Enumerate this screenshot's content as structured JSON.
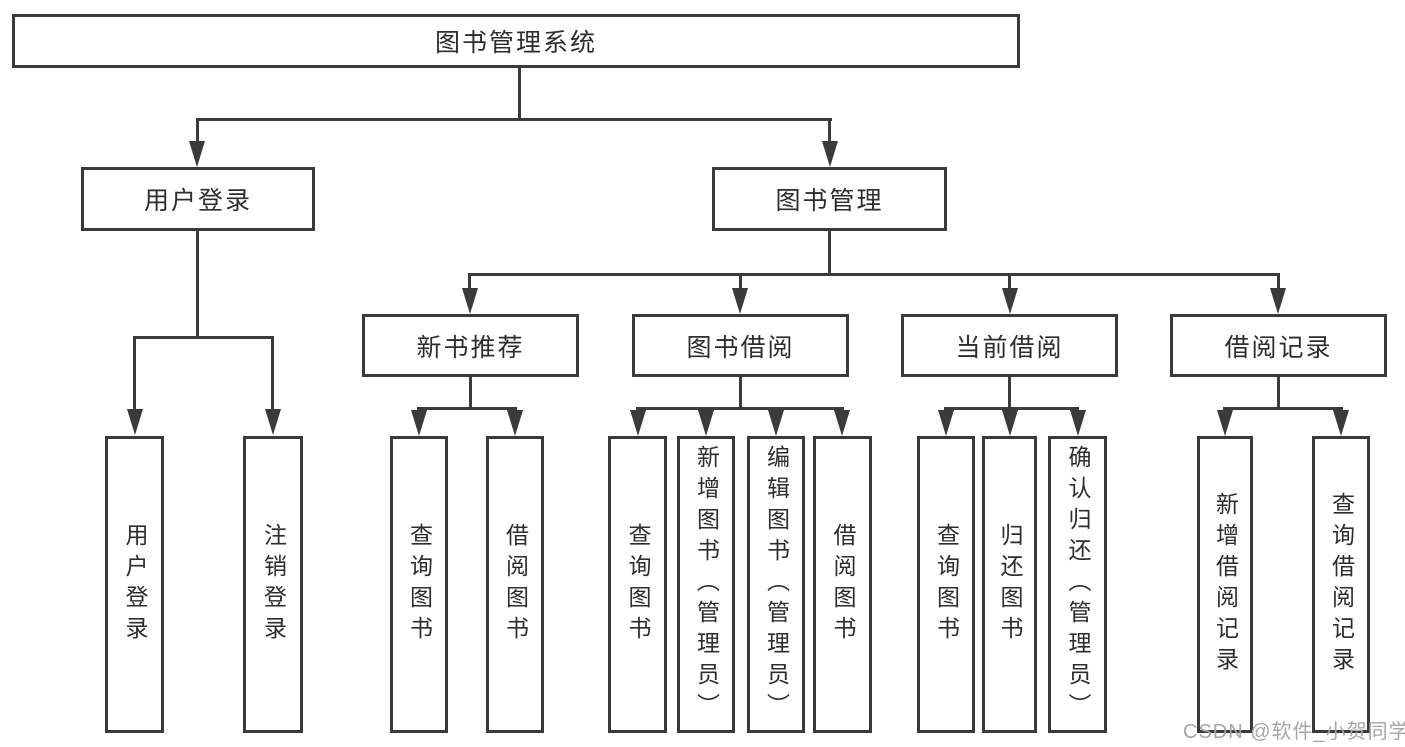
{
  "diagram": {
    "root": {
      "label": "图书管理系统"
    },
    "branches": [
      {
        "label": "用户登录",
        "children": [
          {
            "label": "用户登录"
          },
          {
            "label": "注销登录"
          }
        ]
      },
      {
        "label": "图书管理",
        "children": [
          {
            "label": "新书推荐",
            "children": [
              {
                "label": "查询图书"
              },
              {
                "label": "借阅图书"
              }
            ]
          },
          {
            "label": "图书借阅",
            "children": [
              {
                "label": "查询图书"
              },
              {
                "label": "新增图书（管理员）"
              },
              {
                "label": "编辑图书（管理员）"
              },
              {
                "label": "借阅图书"
              }
            ]
          },
          {
            "label": "当前借阅",
            "children": [
              {
                "label": "查询图书"
              },
              {
                "label": "归还图书"
              },
              {
                "label": "确认归还（管理员）"
              }
            ]
          },
          {
            "label": "借阅记录",
            "children": [
              {
                "label": "新增借阅记录"
              },
              {
                "label": "查询借阅记录"
              }
            ]
          }
        ]
      }
    ],
    "watermark": "CSDN @软件_小贺同学",
    "colors": {
      "line": "#3a3a3a",
      "text": "#2d2d2d",
      "watermark_text": "#a6a6a6",
      "background": "#ffffff"
    }
  }
}
